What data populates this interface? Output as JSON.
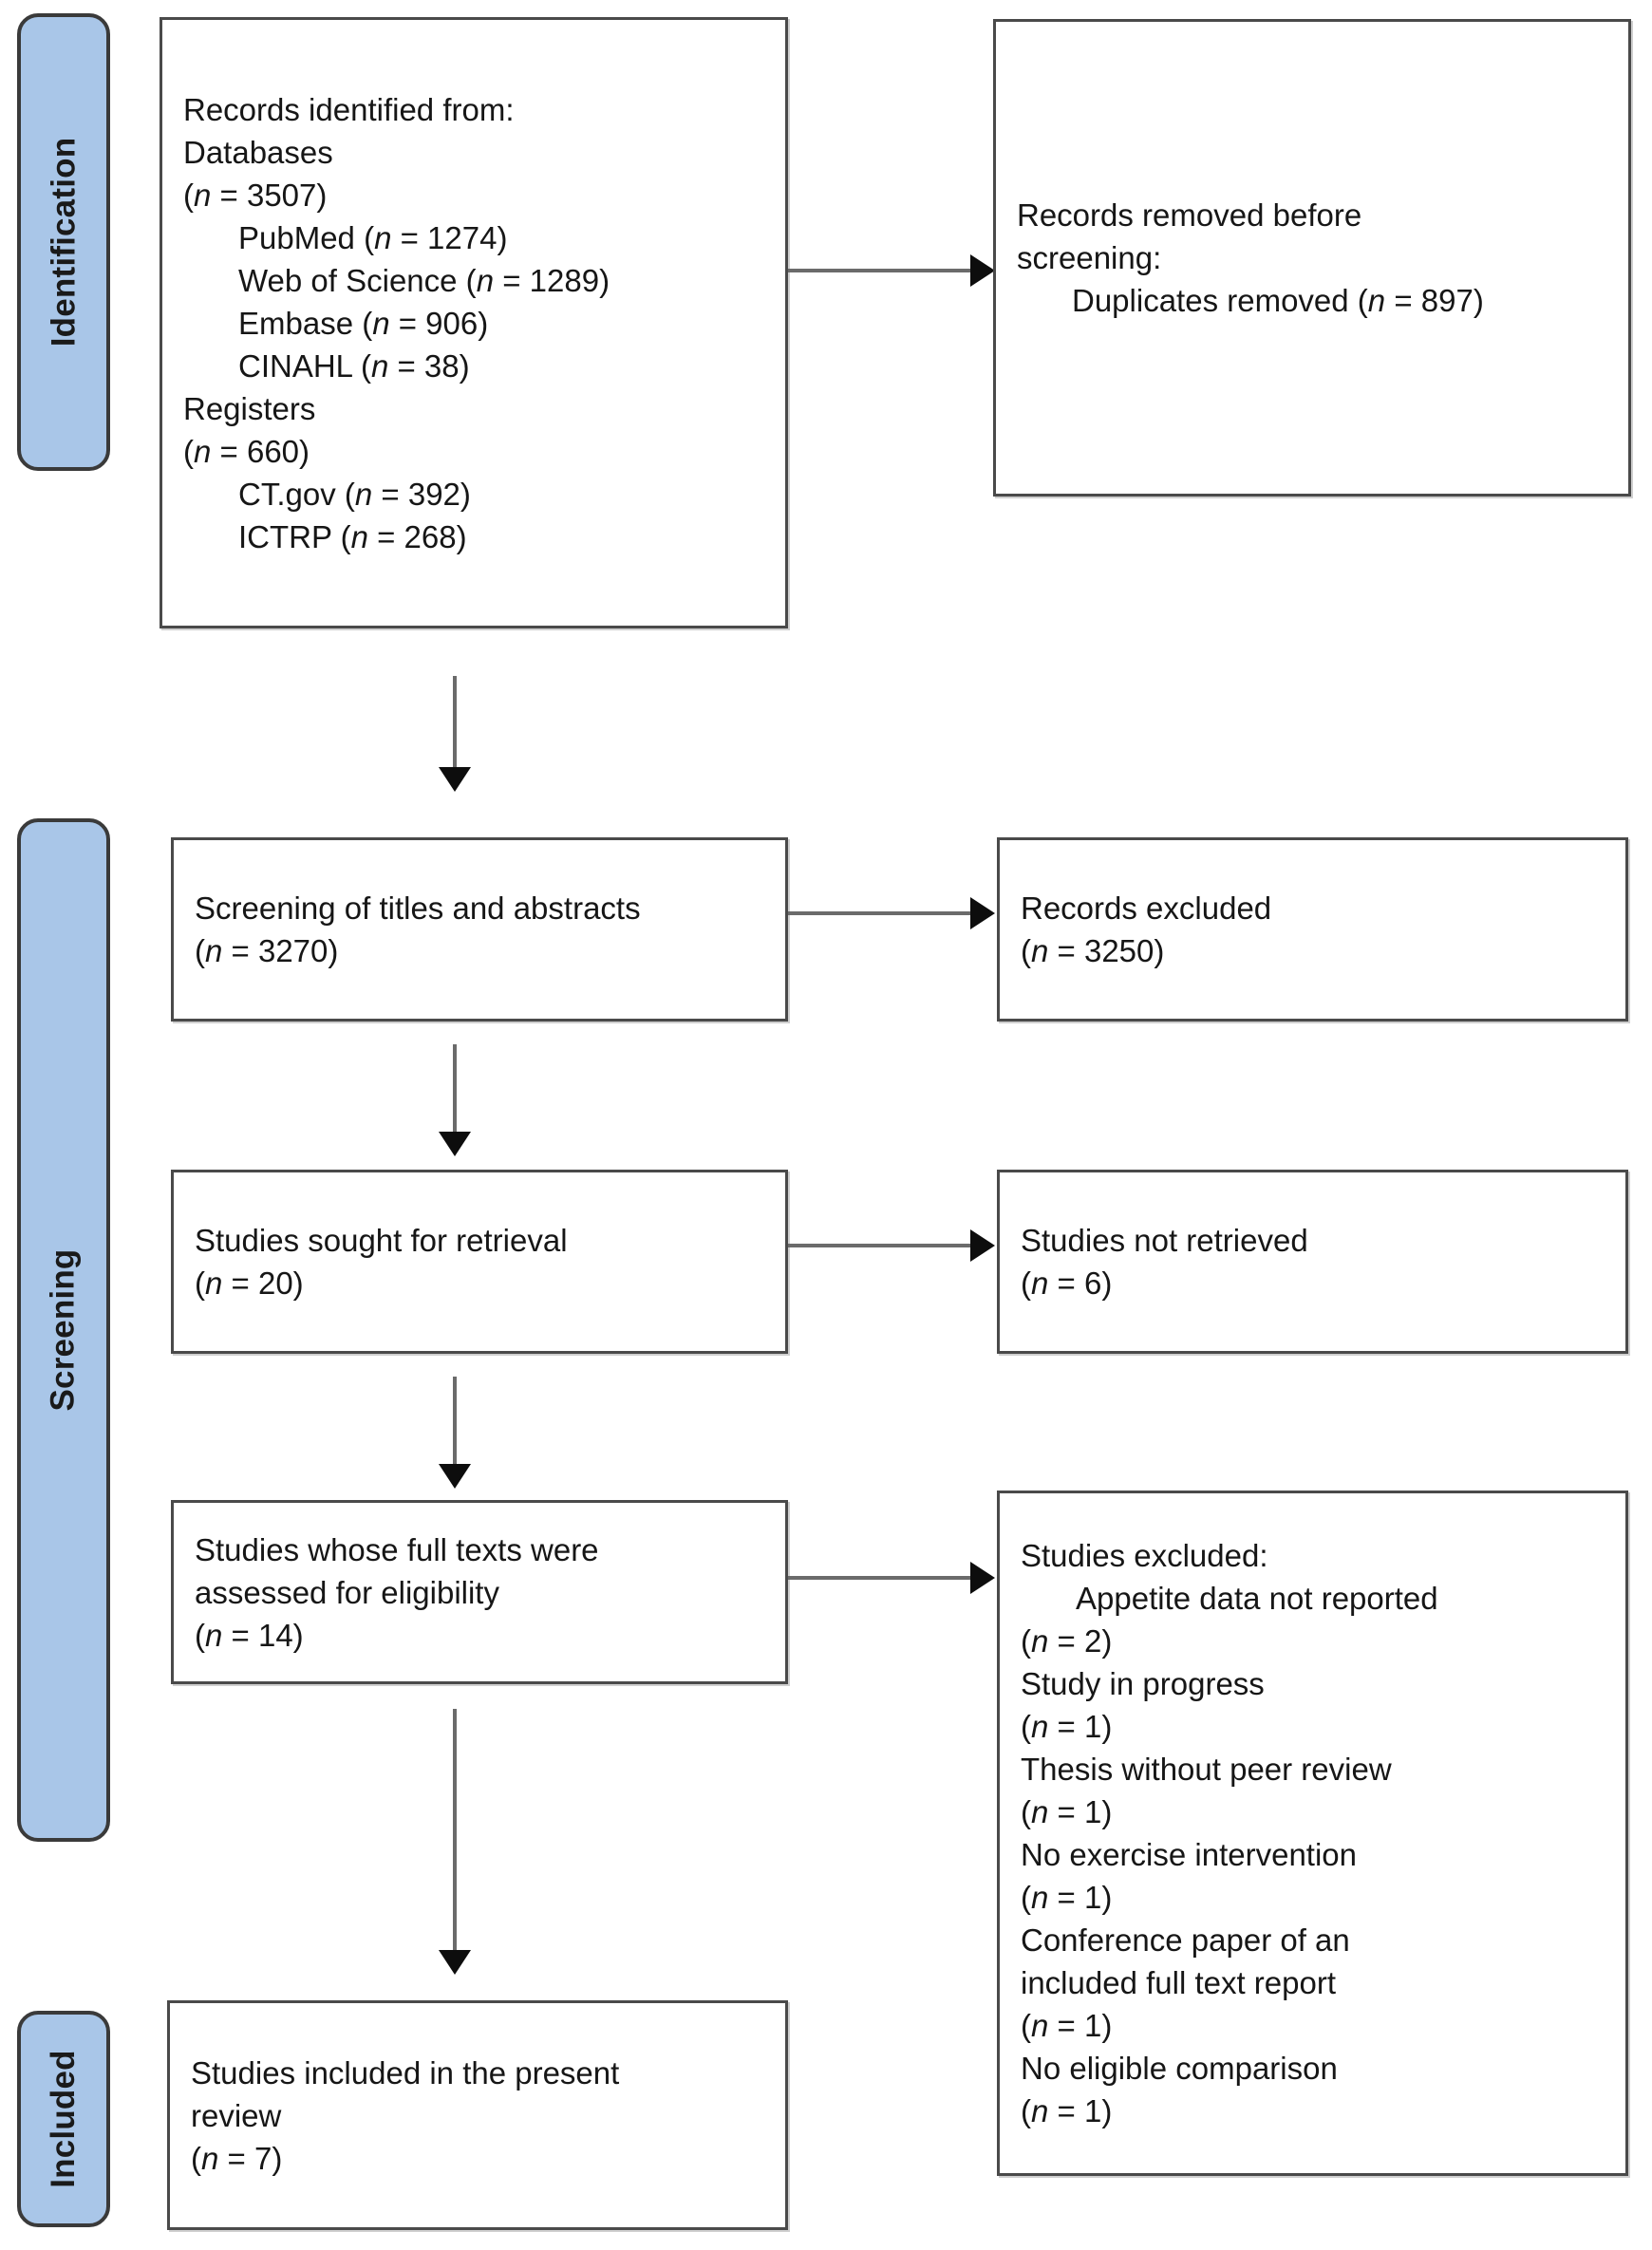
{
  "diagram": {
    "title": "PRISMA 2020 flow diagram",
    "accent_color": "#a9c6e8",
    "border_color": "#4a4a4a",
    "connector_color": "#6b6b6b"
  },
  "stages": {
    "identification": "Identification",
    "screening": "Screening",
    "included": "Included"
  },
  "boxes": {
    "records_identified": {
      "name": "records-identified",
      "lines": [
        {
          "text": "Records identified from:",
          "indent": false
        },
        {
          "text": "Databases",
          "indent": false
        },
        {
          "text": "(n = 3507)",
          "indent": false,
          "italic_n": true
        },
        {
          "text": "PubMed (n = 1274)",
          "indent": true,
          "italic_n": true
        },
        {
          "text": "Web of Science (n = 1289)",
          "indent": true,
          "italic_n": true
        },
        {
          "text": "Embase (n = 906)",
          "indent": true,
          "italic_n": true
        },
        {
          "text": "CINAHL (n = 38)",
          "indent": true,
          "italic_n": true
        },
        {
          "text": "Registers",
          "indent": false
        },
        {
          "text": "(n = 660)",
          "indent": false,
          "italic_n": true
        },
        {
          "text": "CT.gov (n = 392)",
          "indent": true,
          "italic_n": true
        },
        {
          "text": "ICTRP (n = 268)",
          "indent": true,
          "italic_n": true
        }
      ]
    },
    "records_removed": {
      "name": "records-removed-before-screening",
      "lines": [
        {
          "text": "Records removed before",
          "indent": false
        },
        {
          "text": "screening:",
          "indent": false
        },
        {
          "text": "Duplicates removed (n = 897)",
          "indent": true,
          "italic_n": true
        }
      ]
    },
    "screening_titles": {
      "name": "screening-titles-abstracts",
      "lines": [
        {
          "text": "Screening of titles and abstracts",
          "indent": false
        },
        {
          "text": "(n = 3270)",
          "indent": false,
          "italic_n": true
        }
      ]
    },
    "records_excluded": {
      "name": "records-excluded",
      "lines": [
        {
          "text": "Records excluded",
          "indent": false
        },
        {
          "text": "(n = 3250)",
          "indent": false,
          "italic_n": true
        }
      ]
    },
    "studies_sought": {
      "name": "studies-sought-for-retrieval",
      "lines": [
        {
          "text": "Studies sought for retrieval",
          "indent": false
        },
        {
          "text": "(n = 20)",
          "indent": false,
          "italic_n": true
        }
      ]
    },
    "studies_not_retrieved": {
      "name": "studies-not-retrieved",
      "lines": [
        {
          "text": "Studies not retrieved",
          "indent": false
        },
        {
          "text": "(n = 6)",
          "indent": false,
          "italic_n": true
        }
      ]
    },
    "full_texts_assessed": {
      "name": "full-texts-assessed-for-eligibility",
      "lines": [
        {
          "text": "Studies whose full texts were",
          "indent": false
        },
        {
          "text": "assessed for eligibility",
          "indent": false
        },
        {
          "text": "(n = 14)",
          "indent": false,
          "italic_n": true
        }
      ]
    },
    "studies_excluded": {
      "name": "studies-excluded",
      "lines": [
        {
          "text": "Studies excluded:",
          "indent": false
        },
        {
          "text": "Appetite data not reported",
          "indent": true
        },
        {
          "text": "(n = 2)",
          "indent": false,
          "italic_n": true
        },
        {
          "text": "Study in progress",
          "indent": false
        },
        {
          "text": "(n = 1)",
          "indent": false,
          "italic_n": true
        },
        {
          "text": "Thesis without peer review",
          "indent": false
        },
        {
          "text": "(n = 1)",
          "indent": false,
          "italic_n": true
        },
        {
          "text": "No exercise intervention",
          "indent": false
        },
        {
          "text": "(n = 1)",
          "indent": false,
          "italic_n": true
        },
        {
          "text": "Conference paper of an",
          "indent": false
        },
        {
          "text": "included full text report",
          "indent": false
        },
        {
          "text": "(n = 1)",
          "indent": false,
          "italic_n": true
        },
        {
          "text": "No eligible comparison",
          "indent": false
        },
        {
          "text": "(n = 1)",
          "indent": false,
          "italic_n": true
        }
      ]
    },
    "studies_included": {
      "name": "studies-included-in-review",
      "lines": [
        {
          "text": "Studies included in the present",
          "indent": false
        },
        {
          "text": "review",
          "indent": false
        },
        {
          "text": "(n = 7)",
          "indent": false,
          "italic_n": true
        }
      ]
    }
  },
  "counts": {
    "databases_total": 3507,
    "pubmed": 1274,
    "web_of_science": 1289,
    "embase": 906,
    "cinahl": 38,
    "registers_total": 660,
    "ct_gov": 392,
    "ictrp": 268,
    "duplicates_removed": 897,
    "screened": 3270,
    "records_excluded": 3250,
    "sought_for_retrieval": 20,
    "not_retrieved": 6,
    "full_texts_assessed": 14,
    "excluded_appetite_data_not_reported": 2,
    "excluded_study_in_progress": 1,
    "excluded_thesis_without_peer_review": 1,
    "excluded_no_exercise_intervention": 1,
    "excluded_conference_paper": 1,
    "excluded_no_eligible_comparison": 1,
    "included": 7
  }
}
